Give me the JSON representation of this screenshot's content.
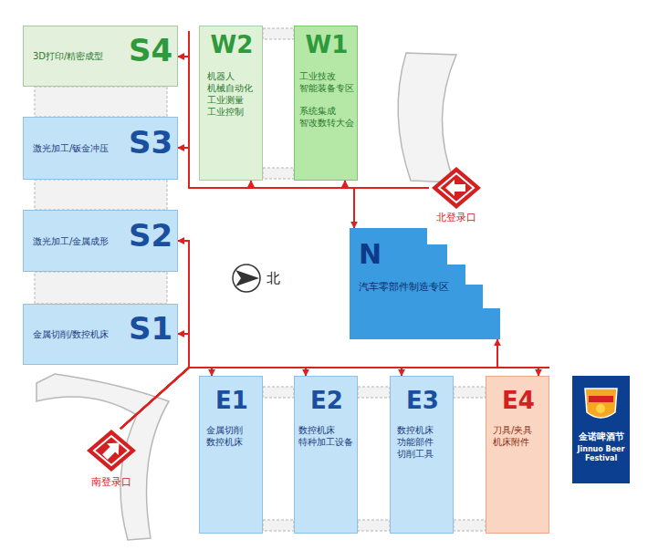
{
  "diagram": {
    "nodes": [
      {
        "text": [
          "3D打印/精密成型",
          "S4"
        ]
      },
      {
        "text": [
          "W2",
          "机器人 机械自动化 工业测量 工业控制"
        ]
      },
      {
        "text": [
          "W1",
          "工业技改 智能装备专区",
          "系统集成 智改数转大会"
        ]
      },
      {
        "text": [
          "激光加工/钣金冲压",
          "S3"
        ]
      },
      {
        "text": [
          "北登录口"
        ]
      },
      {
        "text": [
          "激光加工/金属成形",
          "S2"
        ]
      },
      {
        "text": [
          "N",
          "汽车零部件制造专区"
        ]
      },
      {
        "text": [
          "金属切削/数控机床",
          "S1"
        ]
      },
      {
        "text": [
          "E1",
          "金属切削 数控机床"
        ]
      },
      {
        "text": [
          "E2",
          "数控机床 特种加工设备"
        ]
      },
      {
        "text": [
          "E3",
          "数控机床 功能部件 切削工具"
        ]
      },
      {
        "text": [
          "E4",
          "刀具/夹具 机床附件"
        ]
      },
      {
        "text": [
          "金诺啤酒节",
          "Jinnuo Beer Festival"
        ]
      },
      {
        "text": [
          "南登录口"
        ]
      }
    ],
    "edges": [
      {
        "from": 4,
        "to": 2,
        "arrow": "to"
      },
      {
        "from": 4,
        "to": 1,
        "arrow": "to"
      },
      {
        "from": 4,
        "to": 6,
        "arrow": "to"
      },
      {
        "from": 4,
        "to": 0,
        "arrow": "to"
      },
      {
        "from": 4,
        "to": 3,
        "arrow": "to"
      },
      {
        "from": 13,
        "to": 5,
        "arrow": "to"
      },
      {
        "from": 13,
        "to": 7,
        "arrow": "to"
      },
      {
        "from": 13,
        "to": 8,
        "arrow": "to"
      },
      {
        "from": 13,
        "to": 9,
        "arrow": "to"
      },
      {
        "from": 13,
        "to": 10,
        "arrow": "to"
      },
      {
        "from": 13,
        "to": 11,
        "arrow": "to"
      },
      {
        "from": 13,
        "to": 6,
        "arrow": "to"
      }
    ],
    "labels": [
      "北"
    ]
  }
}
